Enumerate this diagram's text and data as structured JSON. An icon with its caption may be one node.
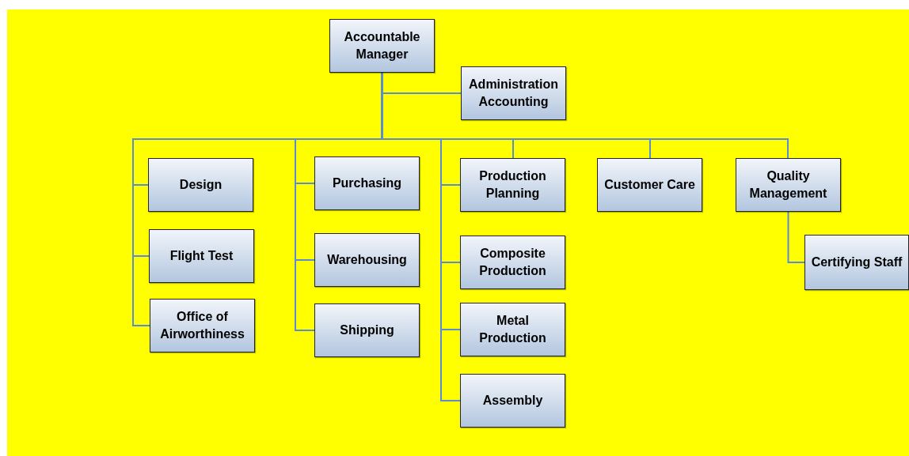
{
  "diagram": {
    "nodes": [
      {
        "text": [
          "Accountable Manager"
        ]
      },
      {
        "text": [
          "Administration Accounting"
        ]
      },
      {
        "text": [
          "Design"
        ]
      },
      {
        "text": [
          "Flight Test"
        ]
      },
      {
        "text": [
          "Office of Airworthiness"
        ]
      },
      {
        "text": [
          "Purchasing"
        ]
      },
      {
        "text": [
          "Warehousing"
        ]
      },
      {
        "text": [
          "Shipping"
        ]
      },
      {
        "text": [
          "Production Planning"
        ]
      },
      {
        "text": [
          "Composite Production"
        ]
      },
      {
        "text": [
          "Metal Production"
        ]
      },
      {
        "text": [
          "Assembly"
        ]
      },
      {
        "text": [
          "Customer Care"
        ]
      },
      {
        "text": [
          "Quality Management"
        ]
      },
      {
        "text": [
          "Certifying Staff"
        ]
      }
    ],
    "edges": [
      {
        "from": 0,
        "to": 1,
        "arrow": "none"
      },
      {
        "from": 0,
        "to": 2,
        "arrow": "none"
      },
      {
        "from": 0,
        "to": 3,
        "arrow": "none"
      },
      {
        "from": 0,
        "to": 4,
        "arrow": "none"
      },
      {
        "from": 0,
        "to": 5,
        "arrow": "none"
      },
      {
        "from": 0,
        "to": 6,
        "arrow": "none"
      },
      {
        "from": 0,
        "to": 7,
        "arrow": "none"
      },
      {
        "from": 0,
        "to": 8,
        "arrow": "none"
      },
      {
        "from": 0,
        "to": 9,
        "arrow": "none"
      },
      {
        "from": 0,
        "to": 10,
        "arrow": "none"
      },
      {
        "from": 0,
        "to": 11,
        "arrow": "none"
      },
      {
        "from": 0,
        "to": 12,
        "arrow": "none"
      },
      {
        "from": 0,
        "to": 13,
        "arrow": "none"
      },
      {
        "from": 13,
        "to": 14,
        "arrow": "none"
      }
    ]
  }
}
